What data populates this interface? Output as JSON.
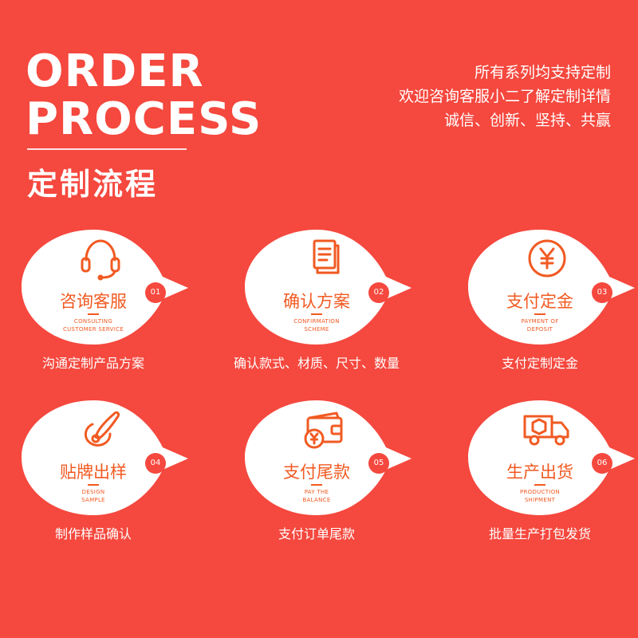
{
  "header": {
    "title_line1": "ORDER",
    "title_line2": "PROCESS",
    "subtitle": "定制流程",
    "tagline": [
      "所有系列均支持定制",
      "欢迎咨询客服小二了解定制详情",
      "诚信、创新、坚持、共赢"
    ]
  },
  "colors": {
    "background": "#f5483e",
    "accent": "#f15a22",
    "card": "#ffffff"
  },
  "steps": [
    {
      "title": "咨询客服",
      "en": [
        "CONSULTING",
        "CUSTOMER SERVICE"
      ],
      "num": "01",
      "desc": "沟通定制产品方案",
      "icon": "headset-icon"
    },
    {
      "title": "确认方案",
      "en": [
        "CONFIRMATION",
        "SCHEME"
      ],
      "num": "02",
      "desc": "确认款式、材质、尺寸、数量",
      "icon": "document-icon"
    },
    {
      "title": "支付定金",
      "en": [
        "PAYMENT OF",
        "DEPOSIT"
      ],
      "num": "03",
      "desc": "支付定制定金",
      "icon": "yuan-coin-icon"
    },
    {
      "title": "贴牌出样",
      "en": [
        "DESIGN",
        "SAMPLE"
      ],
      "num": "04",
      "desc": "制作样品确认",
      "icon": "brush-icon"
    },
    {
      "title": "支付尾款",
      "en": [
        "PAY THE",
        "BALANCE"
      ],
      "num": "05",
      "desc": "支付订单尾款",
      "icon": "wallet-icon"
    },
    {
      "title": "生产出货",
      "en": [
        "PRODUCTION",
        "SHIPMENT"
      ],
      "num": "06",
      "desc": "批量生产打包发货",
      "icon": "truck-icon"
    }
  ]
}
